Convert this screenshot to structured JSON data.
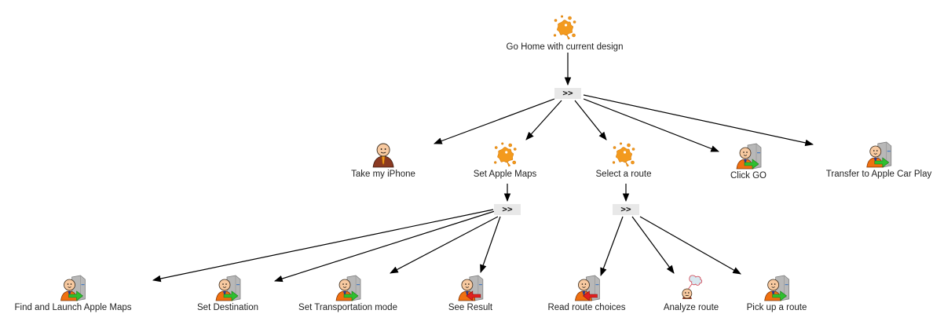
{
  "diagram": {
    "type": "task-tree",
    "nodes": [
      {
        "id": "root",
        "label": "Go Home with current design",
        "icon": "abstract-task-icon"
      },
      {
        "id": "op1",
        "label": ">>",
        "kind": "operator-enabling"
      },
      {
        "id": "iphone",
        "label": "Take my iPhone",
        "icon": "user-task-icon"
      },
      {
        "id": "maps",
        "label": "Set Apple Maps",
        "icon": "abstract-task-icon"
      },
      {
        "id": "route",
        "label": "Select a route",
        "icon": "abstract-task-icon"
      },
      {
        "id": "go",
        "label": "Click GO",
        "icon": "interaction-task-icon"
      },
      {
        "id": "carplay",
        "label": "Transfer to Apple Car Play",
        "icon": "interaction-task-icon"
      },
      {
        "id": "op2",
        "label": ">>",
        "kind": "operator-enabling"
      },
      {
        "id": "op3",
        "label": ">>",
        "kind": "operator-enabling"
      },
      {
        "id": "find",
        "label": "Find and Launch Apple Maps",
        "icon": "interaction-task-icon"
      },
      {
        "id": "dest",
        "label": "Set Destination",
        "icon": "interaction-task-icon"
      },
      {
        "id": "mode",
        "label": "Set Transportation mode",
        "icon": "interaction-task-icon"
      },
      {
        "id": "result",
        "label": "See Result",
        "icon": "output-task-icon"
      },
      {
        "id": "read",
        "label": "Read route choices",
        "icon": "output-task-icon"
      },
      {
        "id": "analyze",
        "label": "Analyze route",
        "icon": "cognitive-task-icon"
      },
      {
        "id": "pick",
        "label": "Pick up a route",
        "icon": "interaction-task-icon"
      }
    ],
    "edges": [
      [
        "root",
        "op1"
      ],
      [
        "op1",
        "iphone"
      ],
      [
        "op1",
        "maps"
      ],
      [
        "op1",
        "route"
      ],
      [
        "op1",
        "go"
      ],
      [
        "op1",
        "carplay"
      ],
      [
        "maps",
        "op2"
      ],
      [
        "route",
        "op3"
      ],
      [
        "op2",
        "find"
      ],
      [
        "op2",
        "dest"
      ],
      [
        "op2",
        "mode"
      ],
      [
        "op2",
        "result"
      ],
      [
        "op3",
        "read"
      ],
      [
        "op3",
        "analyze"
      ],
      [
        "op3",
        "pick"
      ]
    ]
  },
  "colors": {
    "abstract": "#f39a1e",
    "arrow-green": "#2fbf2f",
    "arrow-red": "#e02020",
    "operator-bg": "#e8e8e8"
  }
}
